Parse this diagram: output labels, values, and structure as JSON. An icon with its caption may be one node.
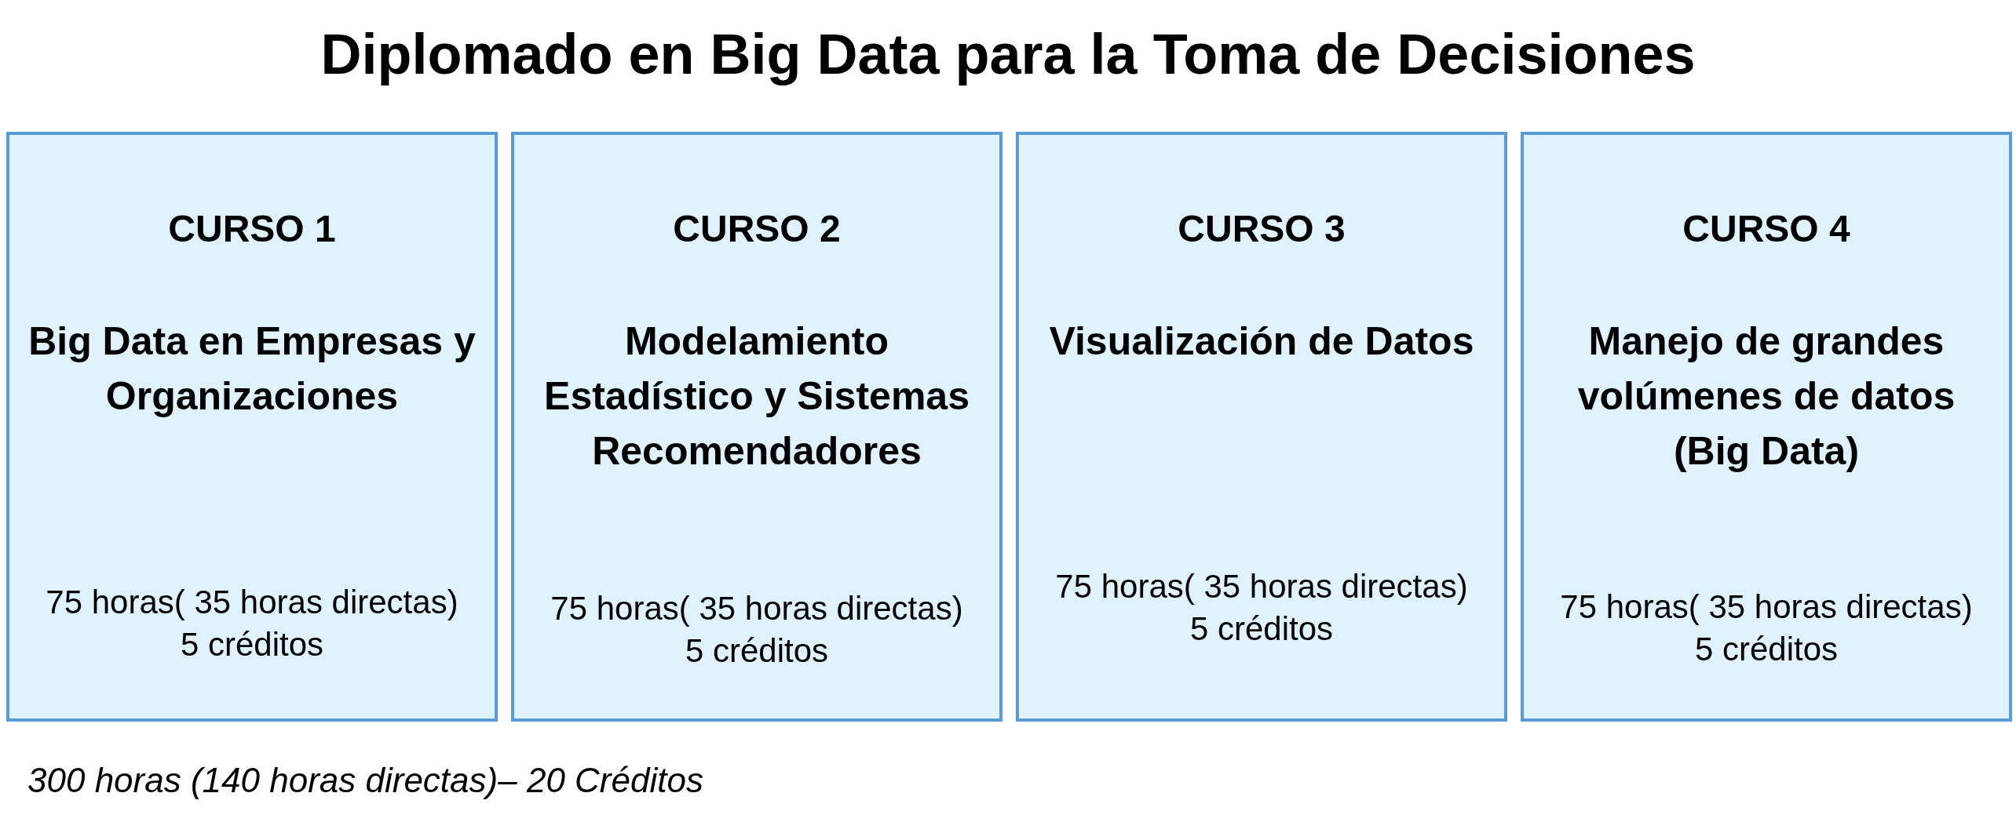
{
  "diagram": {
    "title": "Diplomado en Big Data para la Toma de Decisiones",
    "nodes": [
      {
        "text": [
          "CURSO 1",
          "Big Data en Empresas y Organizaciones",
          "75 horas( 35 horas directas)",
          "5 créditos"
        ]
      },
      {
        "text": [
          "CURSO 2",
          "Modelamiento Estadístico y Sistemas Recomendadores",
          "75 horas( 35 horas directas)",
          "5 créditos"
        ]
      },
      {
        "text": [
          "CURSO 3",
          "Visualización de Datos",
          "75 horas( 35 horas directas)",
          "5 créditos"
        ]
      },
      {
        "text": [
          "CURSO 4",
          "Manejo de grandes volúmenes de datos (Big Data)",
          "75 horas( 35 horas directas)",
          "5 créditos"
        ]
      }
    ],
    "edges": [],
    "caption": "300 horas (140 horas directas)– 20 Créditos"
  }
}
